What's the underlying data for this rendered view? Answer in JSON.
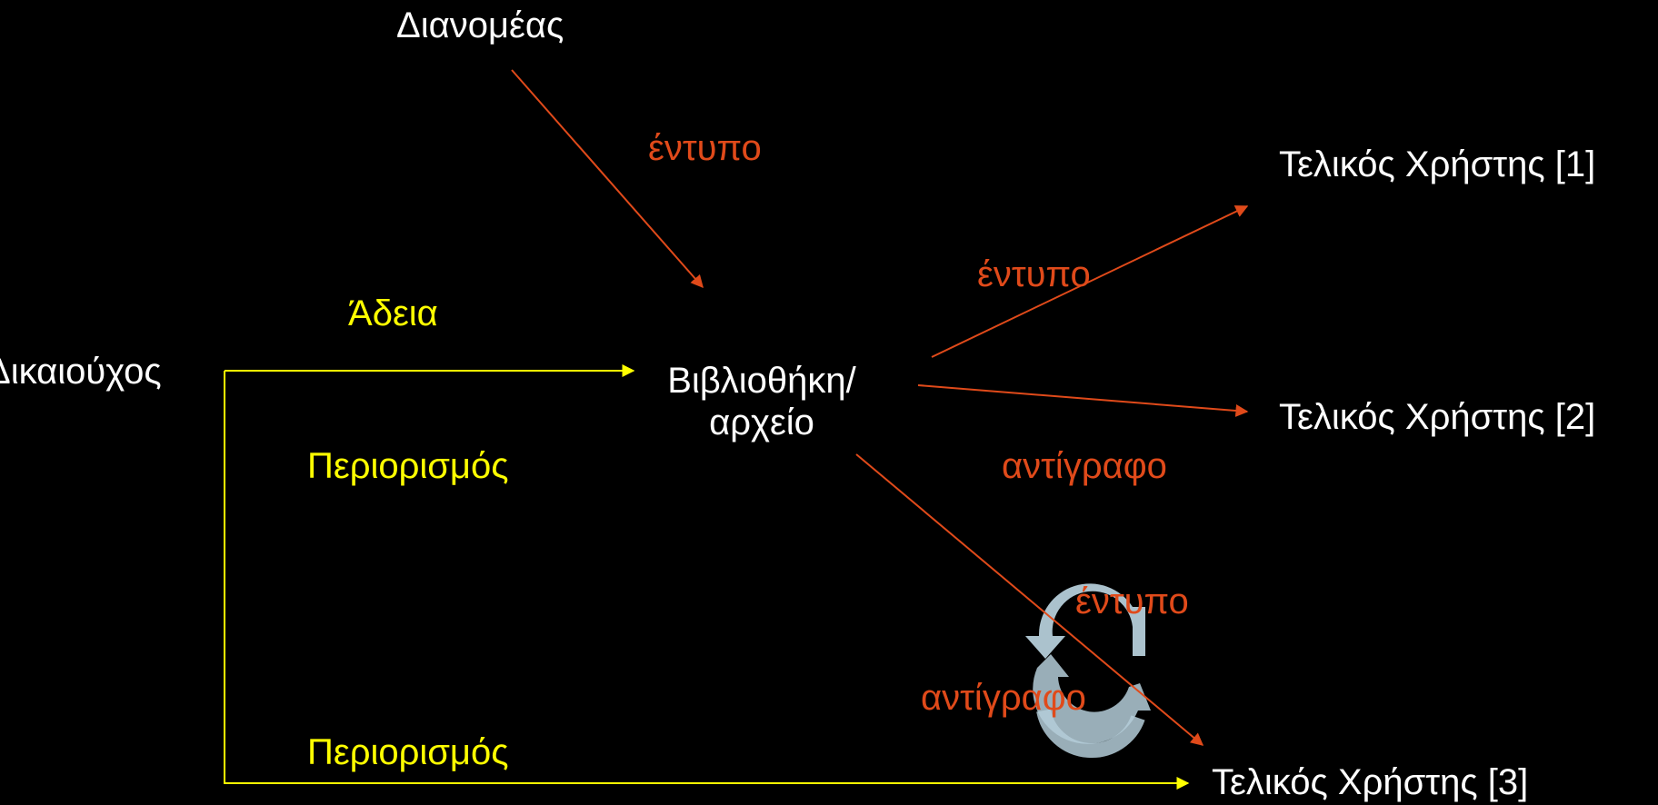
{
  "colors": {
    "background": "#000000",
    "node_text": "#ffffff",
    "permission": "#ffff00",
    "flow": "#e04a1a",
    "cycle_icon": "#b4ccd8"
  },
  "nodes": {
    "distributor": "Διανομέας",
    "rights_holder": "Δικαιούχος",
    "library_line1": "Βιβλιοθήκη/",
    "library_line2": "αρχείο",
    "end_user_1": "Τελικός Χρήστης [1]",
    "end_user_2": "Τελικός Χρήστης [2]",
    "end_user_3": "Τελικός Χρήστης [3]"
  },
  "edge_labels": {
    "distributor_to_library": "έντυπο",
    "rights_permission": "Άδεια",
    "rights_restriction_library": "Περιορισμός",
    "rights_restriction_user3": "Περιορισμός",
    "library_to_user1": "έντυπο",
    "library_to_user2": "αντίγραφο",
    "cycle_print": "έντυπο",
    "cycle_copy": "αντίγραφο"
  },
  "icons": {
    "cycle": "circular-arrows-icon"
  }
}
